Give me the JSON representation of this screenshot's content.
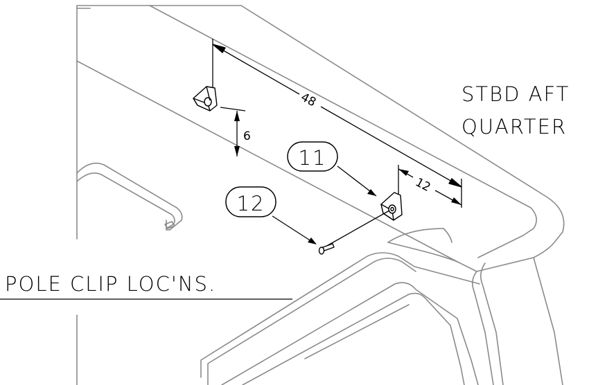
{
  "dimensions": {
    "span": "48",
    "height": "6",
    "offset": "12"
  },
  "callouts": {
    "clip": "11",
    "screw": "12"
  },
  "labels": {
    "location": "STBD AFT",
    "location_line2": "QUARTER",
    "title": "POLE CLIP LOC'NS."
  }
}
